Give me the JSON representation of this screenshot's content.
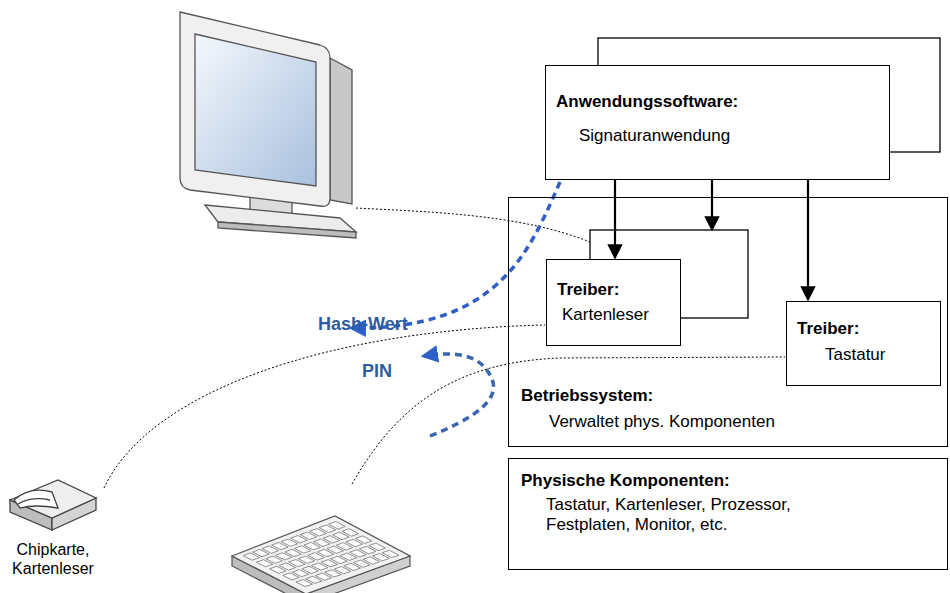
{
  "diagram": {
    "nodes": [
      {
        "text": [
          "Anwendungssoftware:",
          "Signaturanwendung"
        ]
      },
      {
        "text": [
          "Betriebssystem:",
          "Verwaltet phys. Komponenten"
        ]
      },
      {
        "text": [
          "Treiber:",
          "Kartenleser"
        ],
        "in": 1
      },
      {
        "text": [
          "Treiber:",
          "Tastatur"
        ],
        "in": 1
      },
      {
        "text": [
          "Physische Komponenten:",
          "Tastatur, Kartenleser, Prozessor, Festplaten, Monitor, etc."
        ]
      }
    ],
    "edges": [
      {
        "from": 0,
        "to": 2,
        "arrow": "to"
      },
      {
        "from": 0,
        "to": 2,
        "arrow": "to"
      },
      {
        "from": 0,
        "to": 3,
        "arrow": "to"
      }
    ],
    "labels": [
      "Hash-Wert",
      "PIN",
      "Chipkarte, Kartenleser"
    ]
  }
}
